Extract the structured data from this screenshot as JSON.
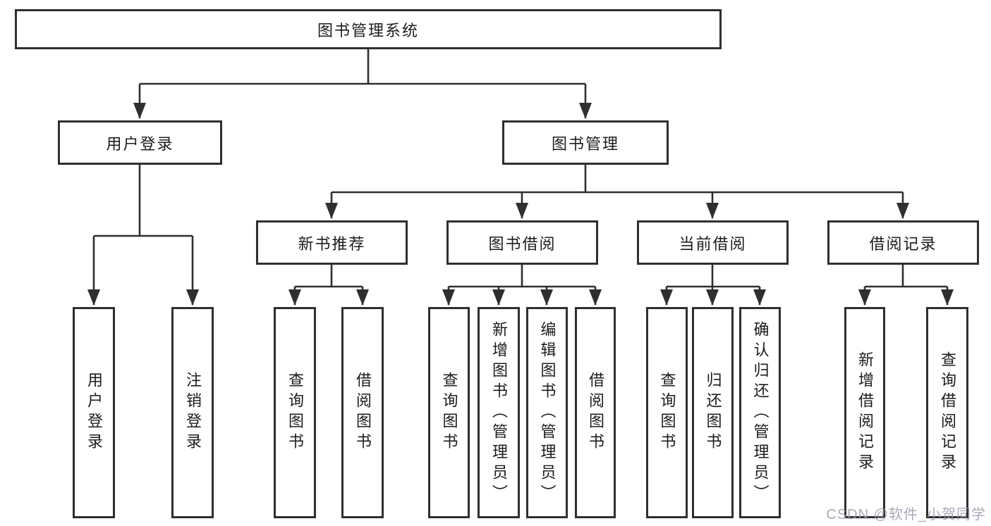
{
  "diagram": {
    "title": "图书管理系统",
    "branches": {
      "user_login": {
        "label": "用户登录",
        "children": [
          "用户登录",
          "注销登录"
        ]
      },
      "book_mgmt": {
        "label": "图书管理",
        "modules": {
          "new_book": {
            "label": "新书推荐",
            "children": [
              "查询图书",
              "借阅图书"
            ]
          },
          "borrow": {
            "label": "图书借阅",
            "children": [
              "查询图书",
              "新增图书（管理员）",
              "编辑图书（管理员）",
              "借阅图书"
            ]
          },
          "current": {
            "label": "当前借阅",
            "children": [
              "查询图书",
              "归还图书",
              "确认归还（管理员）"
            ]
          },
          "record": {
            "label": "借阅记录",
            "children": [
              "新增借阅记录",
              "查询借阅记录"
            ]
          }
        }
      }
    }
  },
  "watermark": "CSDN @软件_小贺同学",
  "colors": {
    "line": "#2f2f2f",
    "border": "#2f2f2f",
    "text": "#1c1c1c",
    "watermark": "#9c9cab",
    "background": "#ffffff"
  }
}
